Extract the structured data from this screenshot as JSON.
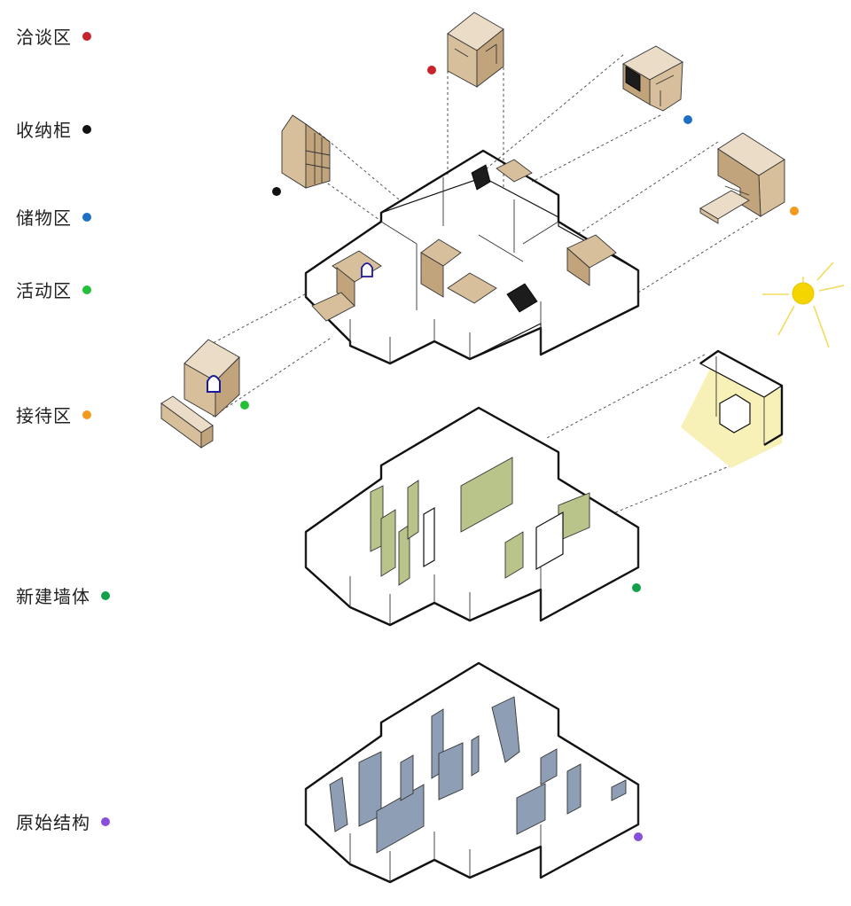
{
  "legend": [
    {
      "label": "洽谈区",
      "color": "#c8232c"
    },
    {
      "label": "收纳柜",
      "color": "#111111"
    },
    {
      "label": "储物区",
      "color": "#1f6fc4"
    },
    {
      "label": "活动区",
      "color": "#22c03a"
    },
    {
      "label": "接待区",
      "color": "#f39a1e"
    },
    {
      "label": "新建墙体",
      "color": "#13a04a"
    },
    {
      "label": "原始结构",
      "color": "#8a4fd8"
    }
  ],
  "colors": {
    "wood": "#d8bf9c",
    "new_wall": "#b8c48a",
    "original_structure": "#8e9fb5",
    "sun": "#f5d500",
    "sunlight_area": "#f7f1b8",
    "cabinet": "#1c1c1c",
    "window_icon": "#1a1a9c"
  },
  "icons": [
    "sun-icon",
    "window-icon"
  ]
}
